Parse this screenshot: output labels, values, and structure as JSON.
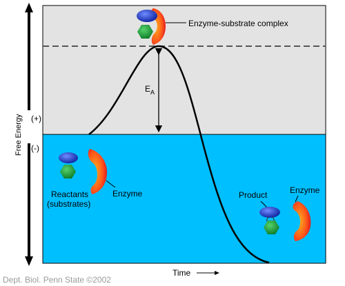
{
  "y_axis": {
    "label": "Free Energy",
    "positive": "(+)",
    "negative": "(-)"
  },
  "x_axis": {
    "label": "Time"
  },
  "activation_energy": {
    "symbol": "E",
    "subscript": "A"
  },
  "labels": {
    "complex": "Enzyme-substrate complex",
    "reactants_line1": "Reactants",
    "reactants_line2": "(substrates)",
    "enzyme_left": "Enzyme",
    "product": "Product",
    "enzyme_right": "Enzyme"
  },
  "credit": "Dept. Biol. Penn State ©2002",
  "colors": {
    "positive_region": "#e3e3e3",
    "negative_region": "#00bfff",
    "substrate_blue": "#1a3fd6",
    "substrate_green": "#1fa63a",
    "enzyme_red": "#e0102a",
    "enzyme_orange": "#ff7a1a"
  }
}
